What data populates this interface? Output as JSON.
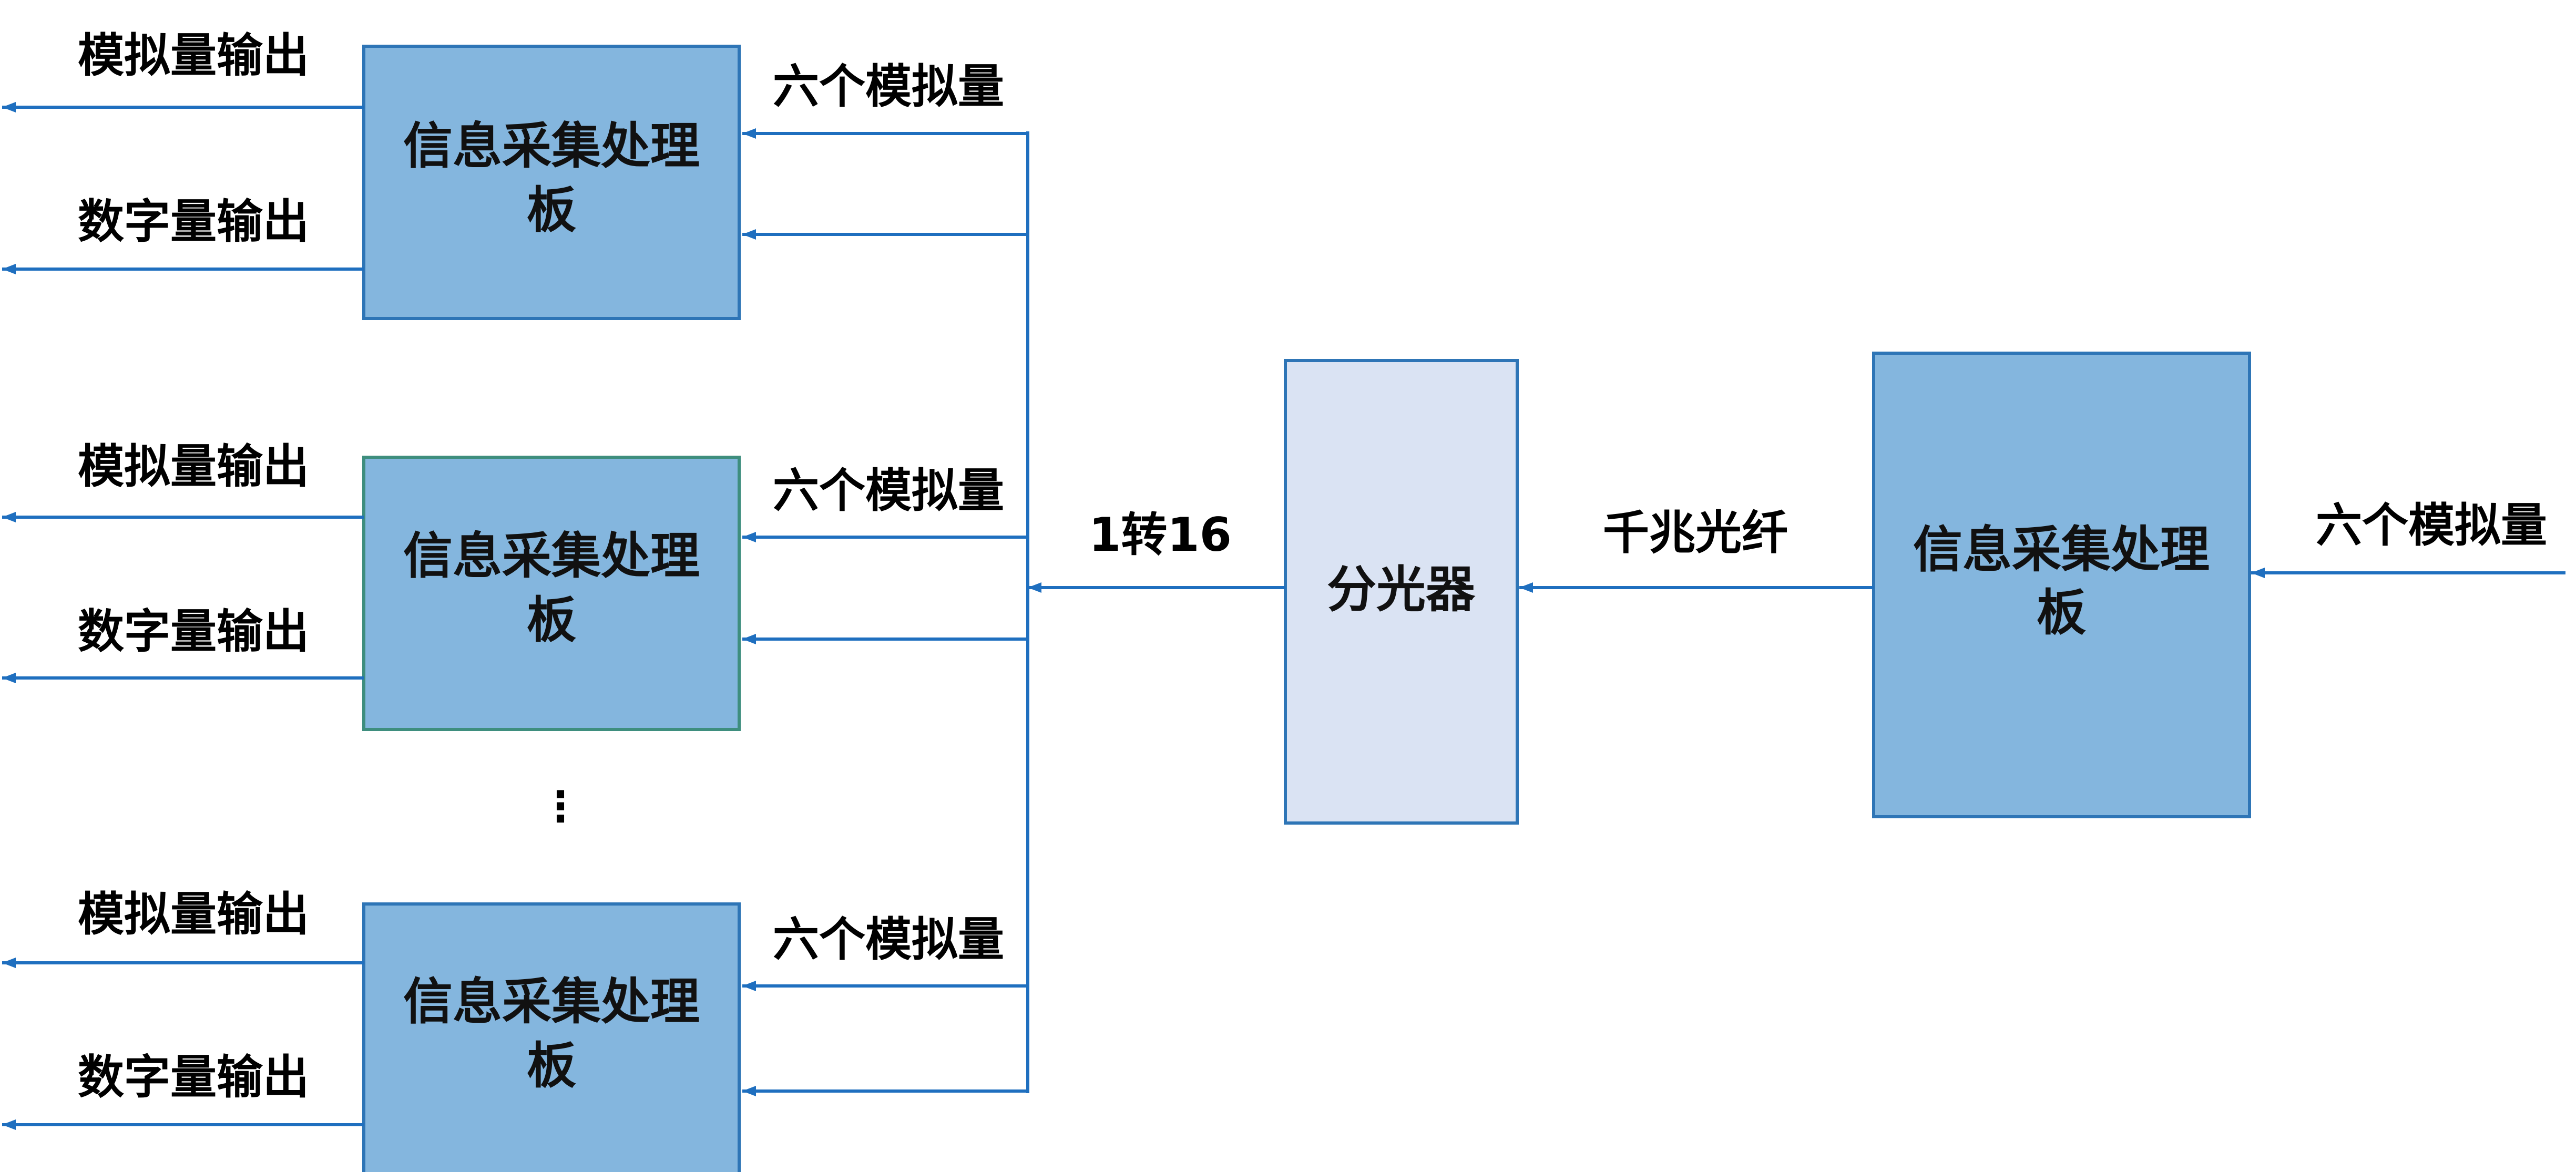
{
  "colors": {
    "line": "#1F6FBF",
    "box_fill": "#84B6DE",
    "box_border": "#2E75B6",
    "box_border_alt": "#3E8E7E",
    "splitter_fill": "#DAE3F3",
    "text": "#000000"
  },
  "source_board": {
    "line1": "信息采集处理",
    "line2": "板",
    "input_label": "六个模拟量"
  },
  "fiber_label": "千兆光纤",
  "splitter": {
    "label": "分光器"
  },
  "split_label": "1转16",
  "ellipsis": "⋮",
  "receivers": [
    {
      "line1": "信息采集处理",
      "line2": "板",
      "input_label": "六个模拟量",
      "analog_out": "模拟量输出",
      "digital_out": "数字量输出"
    },
    {
      "line1": "信息采集处理",
      "line2": "板",
      "input_label": "六个模拟量",
      "analog_out": "模拟量输出",
      "digital_out": "数字量输出"
    },
    {
      "line1": "信息采集处理",
      "line2": "板",
      "input_label": "六个模拟量",
      "analog_out": "模拟量输出",
      "digital_out": "数字量输出"
    }
  ]
}
